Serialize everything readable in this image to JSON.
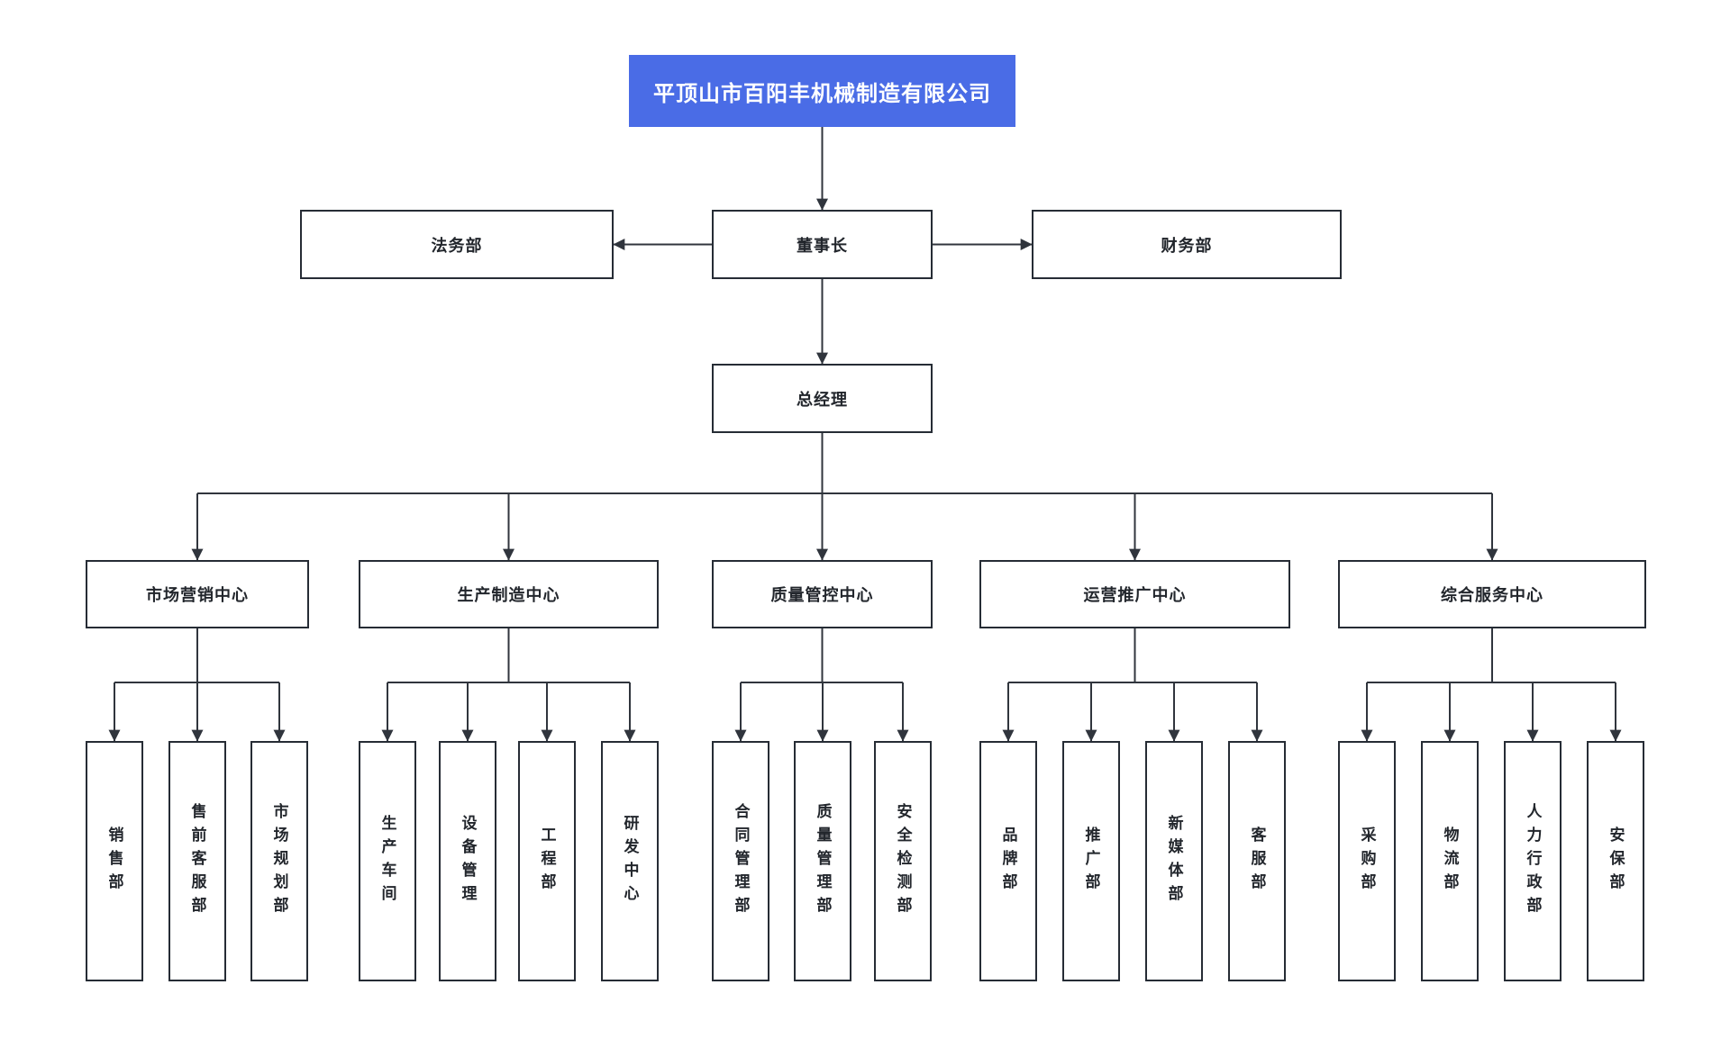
{
  "colors": {
    "accent_blue": "#4a6ce6",
    "root_text": "#ffffff",
    "box_border": "#262c35",
    "connector_line": "#30353d",
    "text": "#22262c"
  },
  "root": {
    "id": "root",
    "label": "平顶山市百阳丰机械制造有限公司"
  },
  "executive": [
    {
      "id": "legal",
      "label": "法务部"
    },
    {
      "id": "chairman",
      "label": "董事长"
    },
    {
      "id": "finance",
      "label": "财务部"
    }
  ],
  "gm": {
    "id": "gm",
    "label": "总经理"
  },
  "centers": [
    {
      "id": "marketing",
      "label": "市场营销中心",
      "children": [
        {
          "id": "sales",
          "label": "销售部"
        },
        {
          "id": "presales",
          "label": "售前客服部"
        },
        {
          "id": "planning",
          "label": "市场规划部"
        }
      ]
    },
    {
      "id": "production",
      "label": "生产制造中心",
      "children": [
        {
          "id": "workshop",
          "label": "生产车间"
        },
        {
          "id": "equipment",
          "label": "设备管理"
        },
        {
          "id": "engineering",
          "label": "工程部"
        },
        {
          "id": "rnd",
          "label": "研发中心"
        }
      ]
    },
    {
      "id": "quality",
      "label": "质量管控中心",
      "children": [
        {
          "id": "contract",
          "label": "合同管理部"
        },
        {
          "id": "qmanage",
          "label": "质量管理部"
        },
        {
          "id": "safety",
          "label": "安全检测部"
        }
      ]
    },
    {
      "id": "operations",
      "label": "运营推广中心",
      "children": [
        {
          "id": "brand",
          "label": "品牌部"
        },
        {
          "id": "promotion",
          "label": "推广部"
        },
        {
          "id": "newmedia",
          "label": "新媒体部"
        },
        {
          "id": "custserv",
          "label": "客服部"
        }
      ]
    },
    {
      "id": "services",
      "label": "综合服务中心",
      "children": [
        {
          "id": "purchasing",
          "label": "采购部"
        },
        {
          "id": "logistics",
          "label": "物流部"
        },
        {
          "id": "hr",
          "label": "人力行政部"
        },
        {
          "id": "security",
          "label": "安保部"
        }
      ]
    }
  ]
}
